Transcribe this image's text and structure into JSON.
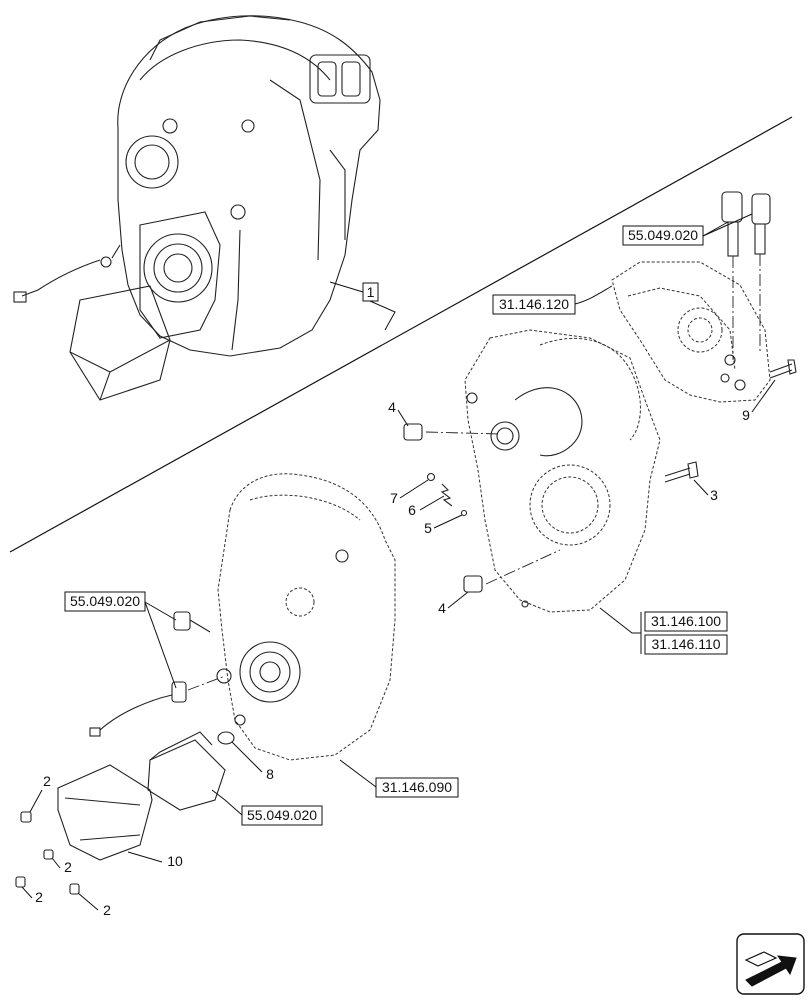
{
  "diagram": {
    "callouts": {
      "c1": "1",
      "c2a": "2",
      "c2b": "2",
      "c2c": "2",
      "c2d": "2",
      "c3": "3",
      "c4a": "4",
      "c4b": "4",
      "c5": "5",
      "c6": "6",
      "c7": "7",
      "c8": "8",
      "c9": "9",
      "c10": "10"
    },
    "refs": {
      "r_55049020_top": "55.049.020",
      "r_31146120": "31.146.120",
      "r_31146100": "31.146.100",
      "r_31146110": "31.146.110",
      "r_55049020_left": "55.049.020",
      "r_31146090": "31.146.090",
      "r_55049020_bottom": "55.049.020"
    }
  }
}
